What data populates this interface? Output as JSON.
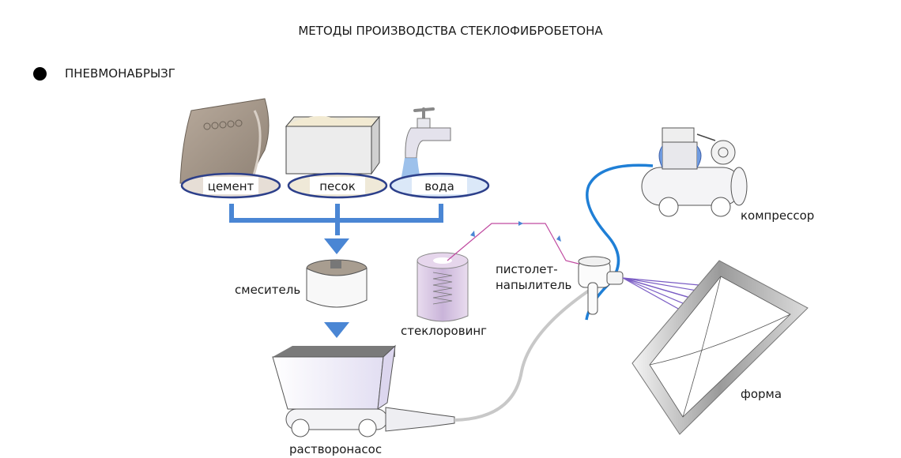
{
  "title": "МЕТОДЫ ПРОИЗВОДСТВА СТЕКЛОФИБРОБЕТОНА",
  "method": "ПНЕВМОНАБРЫЗГ",
  "ingredients": [
    {
      "id": "cement",
      "label": "цемент",
      "icon": "cement-bag-icon"
    },
    {
      "id": "sand",
      "label": "песок",
      "icon": "sand-box-icon"
    },
    {
      "id": "water",
      "label": "вода",
      "icon": "water-tap-icon"
    }
  ],
  "components": {
    "mixer": "смеситель",
    "glass_roving": "стеклоровинг",
    "spray_gun": "пистолет-\nнапылитель",
    "spray_gun_line1": "пистолет-",
    "spray_gun_line2": "напылитель",
    "compressor": "компрессор",
    "mortar_pump": "растворонасос",
    "mold": "форма"
  },
  "colors": {
    "flow_arrow": "#4a86d4",
    "pill_border": "#2c3f8a",
    "air_hose": "#1f7fd6",
    "fiber_line": "#c04aa0",
    "spray": "#7a5cc4",
    "mortar_hose": "#c8c8c8"
  }
}
